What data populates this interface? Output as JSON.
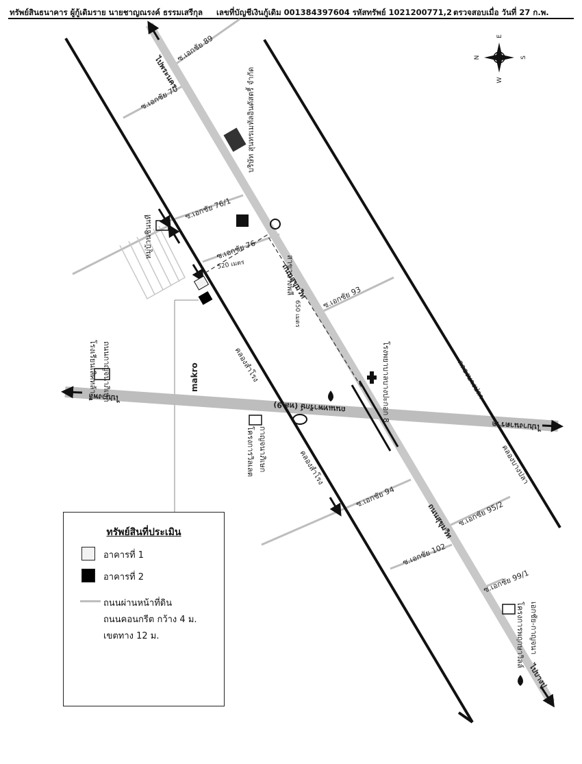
{
  "header": {
    "owner": "ทรัพย์สินธนาคาร ผู้กู้เดิมราย นายชาญณรงค์ ธรรมเสรีกุล",
    "account": "เลขที่บัญชีเงินกู้เดิม 001384397604 รหัสทรัพย์ 1021200771,2",
    "checked": "ตรวจสอบเมื่อ วันที่ 27 ก.พ."
  },
  "compass": {
    "n": "N",
    "e": "E",
    "s": "S",
    "w": "W"
  },
  "roads": {
    "sukhumvit_top": "ไปพระนคร",
    "sukhumvit_mid": "ถนนสุขุมวิท",
    "sukhumvit_bottom": "ไปบางปู",
    "cross_road": "ถนนเทพารักษ์ (ทล.9)",
    "to_bangplee": "ไปบางพลี",
    "to_bangna": "ไปบางนาตราด",
    "canal_left": "คลองสำโรง",
    "canal_left2": "คลองสำโรง",
    "canal_right": "คลองบางปลา",
    "canal_right2": "คลองบางปลา",
    "kanchanaphisek": "ถนนกาญจนาภิเษก",
    "soi_89": "ซ.เอกชัย 89",
    "soi_70": "ซ.เอกชัย 70",
    "soi_76_1": "ซ.เอกชัย 76/1",
    "soi_76": "ซ.เอกชัย 76",
    "soi_93": "ซ.เอกชัย 93",
    "soi_94": "ซ.เอกชัย 94",
    "soi_95_2": "ซ.เอกชัย 95/2",
    "soi_102": "ซ.เอกชัย 102",
    "soi_99_1": "ซ.เอกชัย 99/1",
    "dist_520": "520 เมตร",
    "dist_650": "650 เมตร"
  },
  "places": {
    "company": "บริษัท สุนทรเมทัลอินดัสตรี้ จำกัด",
    "village": "หมู่บ้านชินนที",
    "bank": "สาขาบางพลี",
    "hospital": "โรงพยาบาลบางปะกอก 8",
    "school": "โรงเรียนเลิศหล้า",
    "school_road": "ถนนกาญจนาภิเษก",
    "makro": "makro",
    "project1": "โครงการวิลเลต",
    "project1b": "กาญจนาภิเษก",
    "project2": "โครงการพฤกษาวิลล์",
    "project2b": "เอกชัย-กาญจนา"
  },
  "legend": {
    "title": "ทรัพย์สินที่ประเมิน",
    "item1": "อาคารที่ 1",
    "item2": "อาคารที่ 2",
    "item3": "ถนนผ่านหน้าที่ดิน",
    "item4": "ถนนคอนกรีต กว้าง 4 ม.",
    "item5": "เขตทาง 12 ม.",
    "item1_color": "#f2f2f2",
    "item2_color": "#000000"
  },
  "colors": {
    "road": "#c8c8c8",
    "canal": "#111111"
  }
}
